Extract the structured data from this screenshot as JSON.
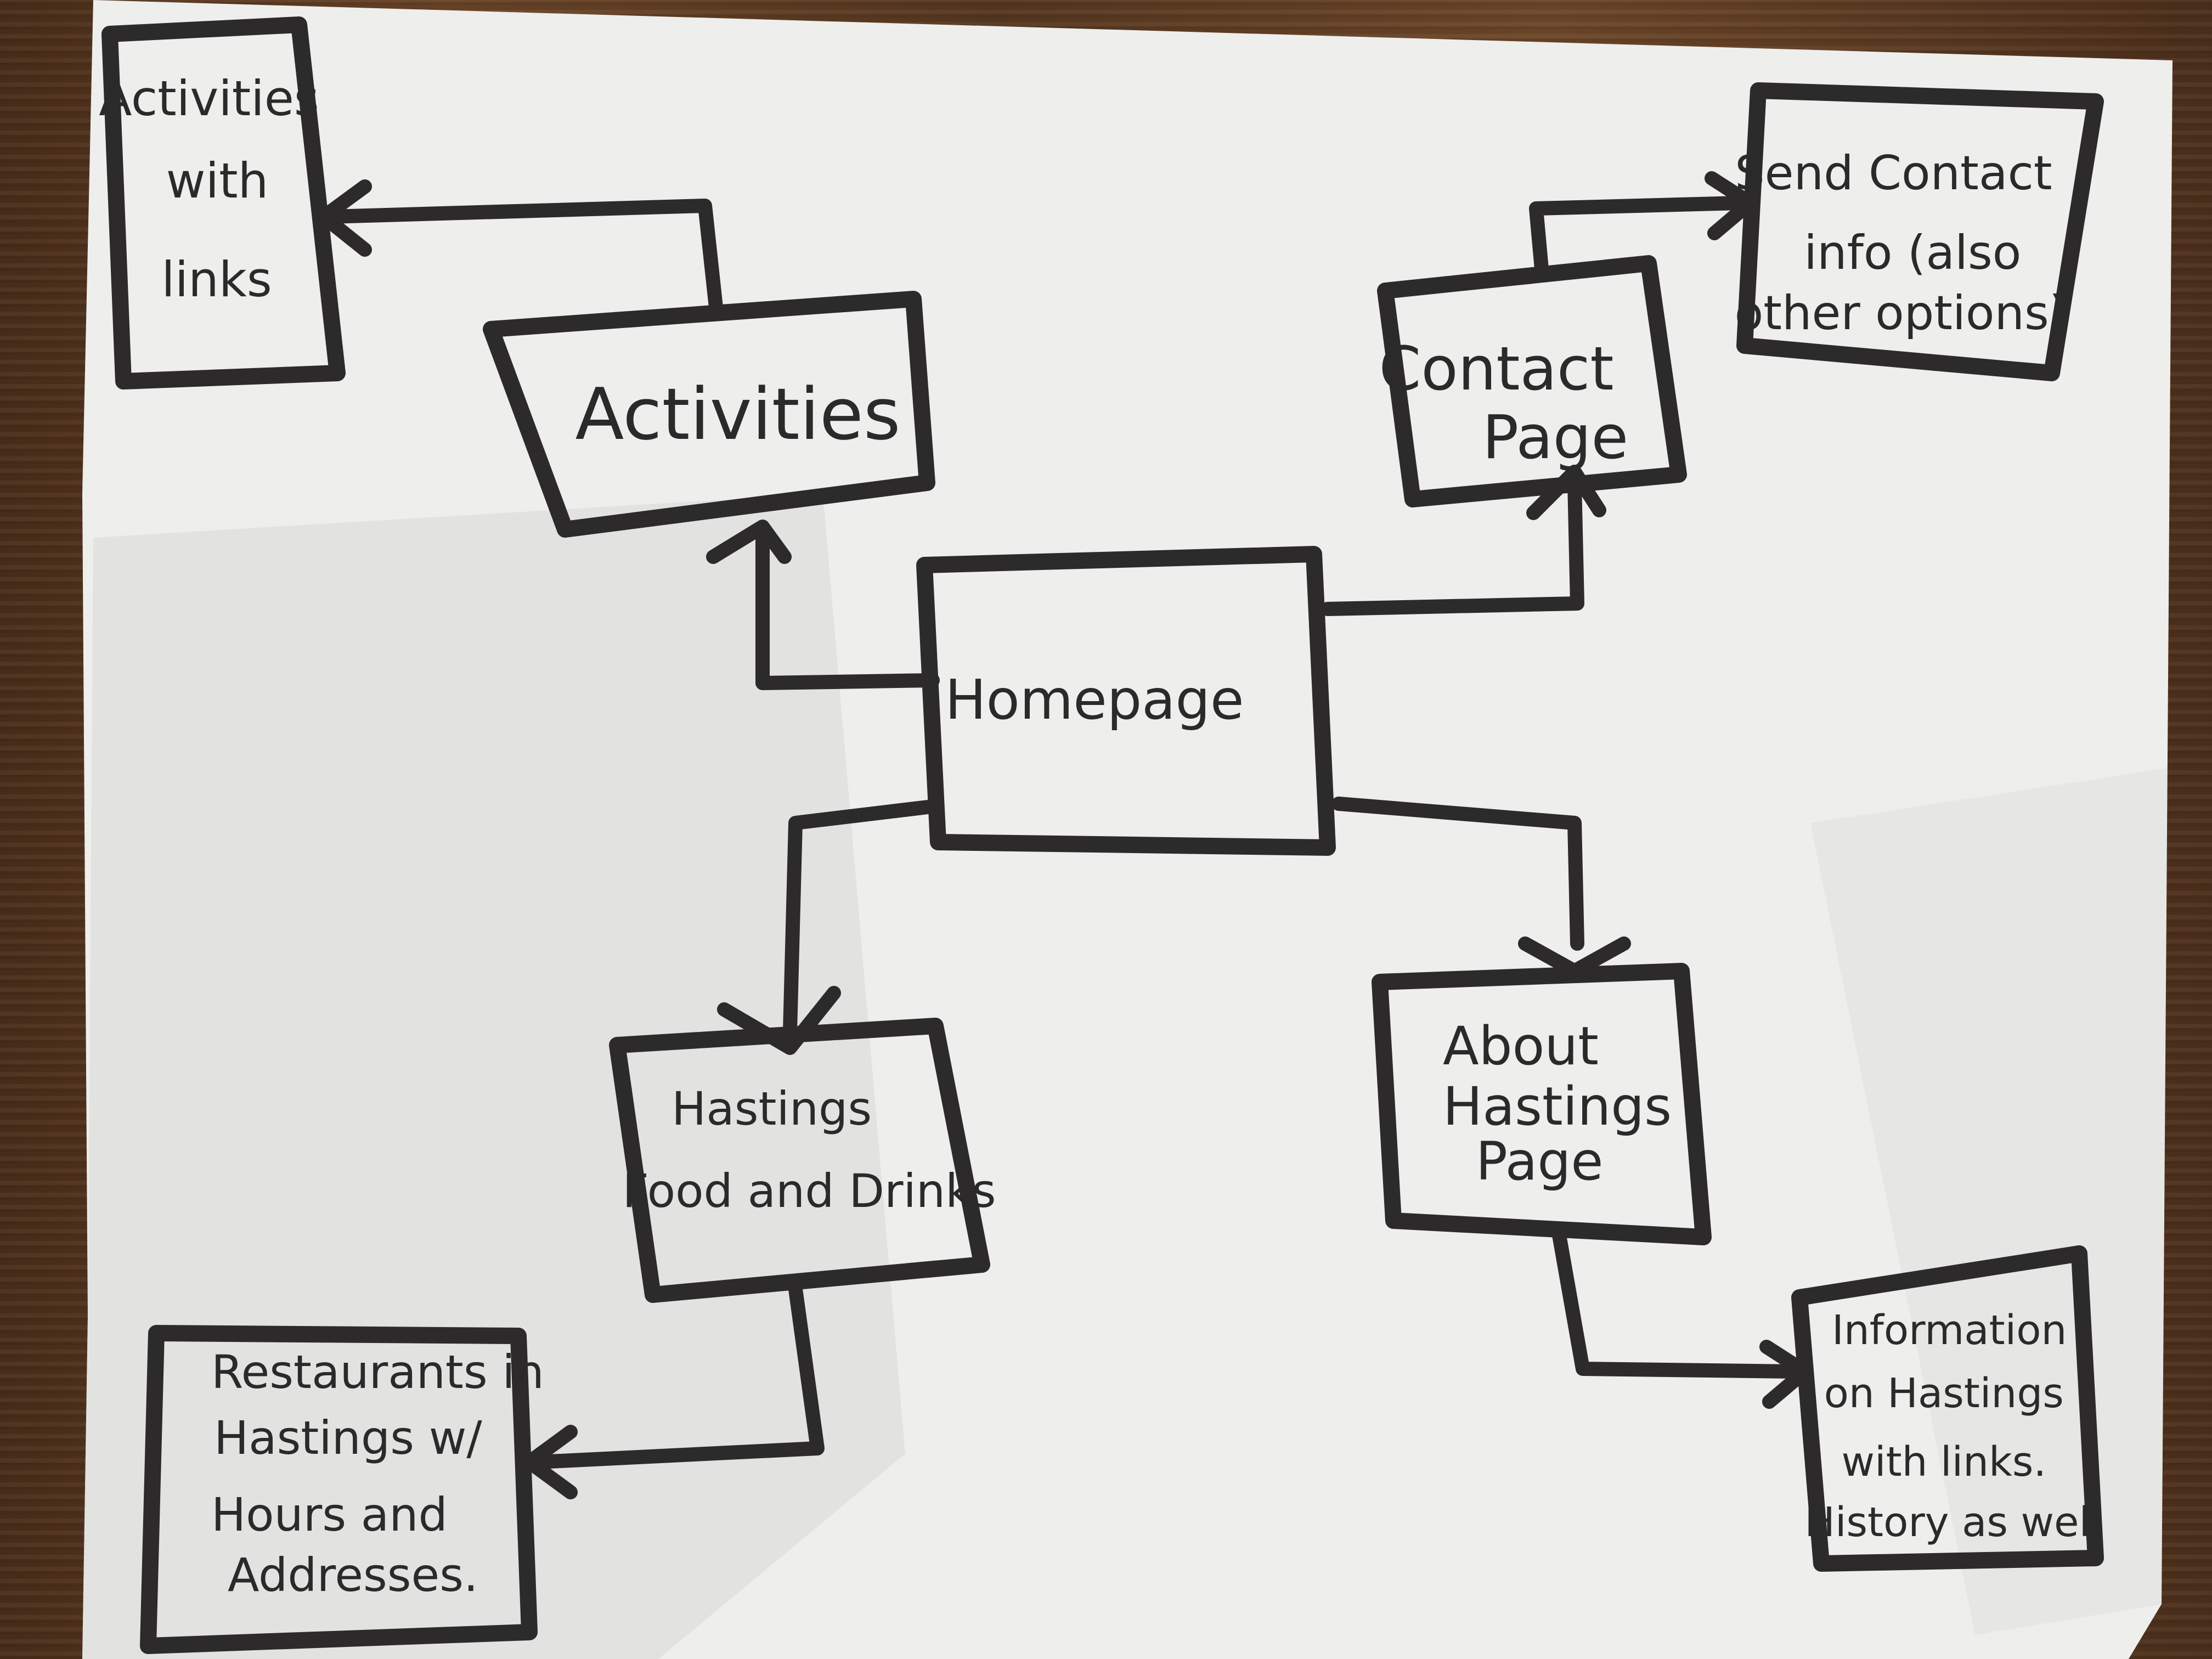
{
  "diagram": {
    "nodes": {
      "homepage": {
        "lines": [
          "Homepage"
        ]
      },
      "activities": {
        "lines": [
          "Activities"
        ]
      },
      "activities_links": {
        "lines": [
          "Activities",
          "with",
          "links"
        ]
      },
      "contact": {
        "lines": [
          "Contact",
          "Page"
        ]
      },
      "send_contact": {
        "lines": [
          "Send Contact",
          "info (also",
          "other options)"
        ]
      },
      "food": {
        "lines": [
          "Hastings",
          "Food and Drinks"
        ]
      },
      "restaurants": {
        "lines": [
          "Restaurants in",
          "Hastings w/",
          "Hours and",
          "Addresses."
        ]
      },
      "about": {
        "lines": [
          "About",
          "Hastings",
          "Page"
        ]
      },
      "information": {
        "lines": [
          "Information",
          "on Hastings",
          "with links.",
          "History as well"
        ]
      }
    },
    "edges": [
      {
        "from": "homepage",
        "to": "activities"
      },
      {
        "from": "activities",
        "to": "activities_links"
      },
      {
        "from": "homepage",
        "to": "contact"
      },
      {
        "from": "contact",
        "to": "send_contact"
      },
      {
        "from": "homepage",
        "to": "food"
      },
      {
        "from": "food",
        "to": "restaurants"
      },
      {
        "from": "homepage",
        "to": "about"
      },
      {
        "from": "about",
        "to": "information"
      }
    ],
    "colors": {
      "ink": "#2c2a2b",
      "paper": "#f0f0ee"
    }
  }
}
